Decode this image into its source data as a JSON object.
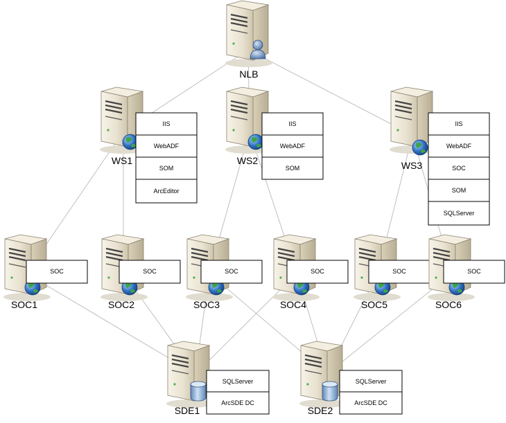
{
  "nodes": {
    "nlb": {
      "label": "NLB",
      "badge": "user-icon"
    },
    "ws1": {
      "label": "WS1",
      "badge": "globe-icon",
      "services": [
        "IIS",
        "WebADF",
        "SOM",
        "ArcEditor"
      ]
    },
    "ws2": {
      "label": "WS2",
      "badge": "globe-icon",
      "services": [
        "IIS",
        "WebADF",
        "SOM"
      ]
    },
    "ws3": {
      "label": "WS3",
      "badge": "globe-icon",
      "services": [
        "IIS",
        "WebADF",
        "SOC",
        "SOM",
        "SQLServer"
      ]
    },
    "soc1": {
      "label": "SOC1",
      "badge": "globe-icon",
      "services": [
        "SOC"
      ]
    },
    "soc2": {
      "label": "SOC2",
      "badge": "globe-icon",
      "services": [
        "SOC"
      ]
    },
    "soc3": {
      "label": "SOC3",
      "badge": "globe-icon",
      "services": [
        "SOC"
      ]
    },
    "soc4": {
      "label": "SOC4",
      "badge": "globe-icon",
      "services": [
        "SOC"
      ]
    },
    "soc5": {
      "label": "SOC5",
      "badge": "globe-icon",
      "services": [
        "SOC"
      ]
    },
    "soc6": {
      "label": "SOC6",
      "badge": "globe-icon",
      "services": [
        "SOC"
      ]
    },
    "sde1": {
      "label": "SDE1",
      "badge": "database-icon",
      "services": [
        "SQLServer",
        "ArcSDE DC"
      ]
    },
    "sde2": {
      "label": "SDE2",
      "badge": "database-icon",
      "services": [
        "SQLServer",
        "ArcSDE DC"
      ]
    }
  },
  "connections": [
    [
      "nlb",
      "ws1"
    ],
    [
      "nlb",
      "ws2"
    ],
    [
      "nlb",
      "ws3"
    ],
    [
      "ws1",
      "soc1"
    ],
    [
      "ws1",
      "soc2"
    ],
    [
      "ws2",
      "soc3"
    ],
    [
      "ws2",
      "soc4"
    ],
    [
      "ws3",
      "soc5"
    ],
    [
      "ws3",
      "soc6"
    ],
    [
      "soc1",
      "sde1"
    ],
    [
      "soc2",
      "sde1"
    ],
    [
      "soc3",
      "sde1"
    ],
    [
      "soc4",
      "sde1"
    ],
    [
      "soc3",
      "sde2"
    ],
    [
      "soc4",
      "sde2"
    ],
    [
      "soc5",
      "sde2"
    ],
    [
      "soc6",
      "sde2"
    ]
  ],
  "colors": {
    "connector": "#bfbfbf",
    "server_body": "#ece6d6",
    "globe": "#2f6fc0",
    "user": "#6d8fbf",
    "database": "#8fb2d8"
  }
}
